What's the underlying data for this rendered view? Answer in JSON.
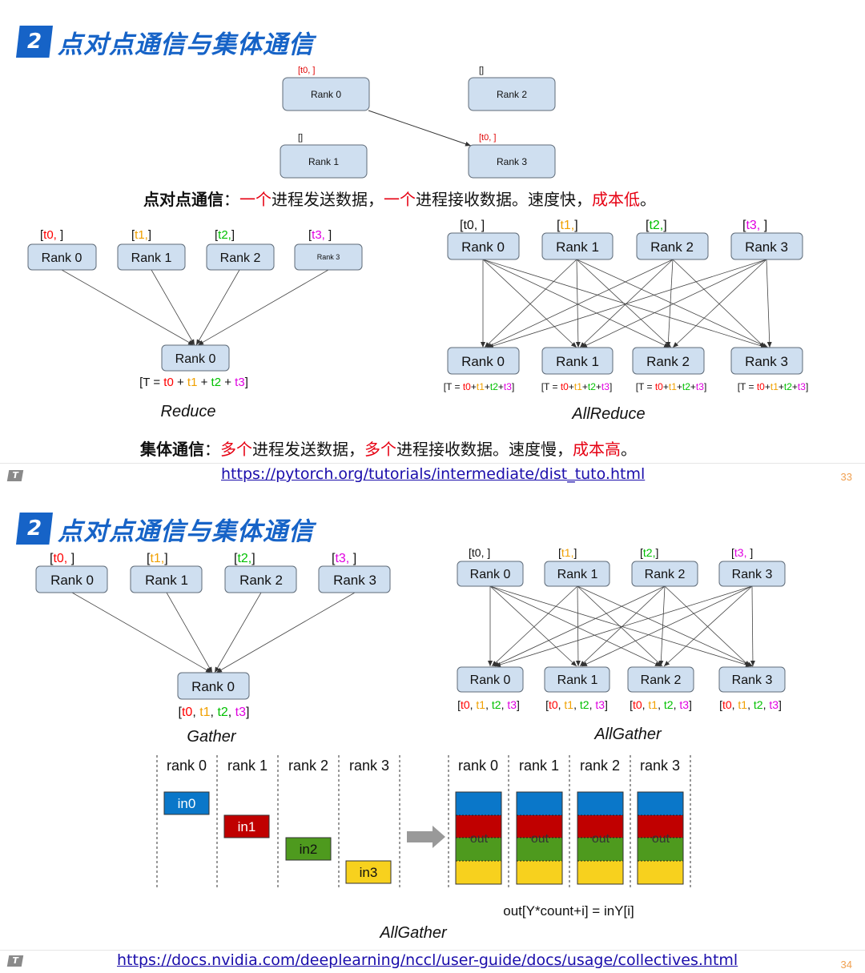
{
  "slide1": {
    "badge": "2",
    "title": "点对点通信与集体通信",
    "p2p": {
      "nodes": [
        {
          "label": "Rank 0",
          "tag": "[t0, ]"
        },
        {
          "label": "Rank 2",
          "tag": "[]"
        },
        {
          "label": "Rank 1",
          "tag": "[]"
        },
        {
          "label": "Rank 3",
          "tag": "[t0, ]"
        }
      ]
    },
    "caption_p2p": {
      "bold": "点对点通信",
      "sep": "：",
      "parts": [
        "一个",
        "进程发送数据，",
        "一个",
        "进程接收数据。速度快，",
        "成本低",
        "。"
      ]
    },
    "reduce": {
      "top": [
        {
          "label": "Rank 0",
          "tag": "t0, "
        },
        {
          "label": "Rank 1",
          "tag": "t1,"
        },
        {
          "label": "Rank 2",
          "tag": "t2,"
        },
        {
          "label": "Rank 3",
          "tag": "t3, "
        }
      ],
      "bottom": {
        "label": "Rank 0"
      },
      "result": [
        "[T = ",
        "t0",
        " + ",
        "t1",
        " + ",
        "t2",
        " + ",
        "t3",
        "]"
      ],
      "name": "Reduce"
    },
    "allreduce": {
      "top": [
        {
          "label": "Rank 0",
          "tag": "t0, "
        },
        {
          "label": "Rank 1",
          "tag": "t1,"
        },
        {
          "label": "Rank 2",
          "tag": "t2,"
        },
        {
          "label": "Rank 3",
          "tag": "t3, "
        }
      ],
      "bottom": [
        "Rank 0",
        "Rank 1",
        "Rank 2",
        "Rank 3"
      ],
      "result": [
        "[T = ",
        "t0",
        "+",
        "t1",
        "+",
        "t2",
        "+",
        "t3",
        "]"
      ],
      "name": "AllReduce"
    },
    "caption_col": {
      "bold": "集体通信",
      "sep": "：",
      "parts": [
        "多个",
        "进程发送数据，",
        "多个",
        "进程接收数据。速度慢，",
        "成本高",
        "。"
      ]
    },
    "link": "https://pytorch.org/tutorials/intermediate/dist_tuto.html",
    "page": "33",
    "logo": "T"
  },
  "slide2": {
    "badge": "2",
    "title": "点对点通信与集体通信",
    "gather": {
      "top": [
        {
          "label": "Rank 0",
          "tag": "t0, "
        },
        {
          "label": "Rank 1",
          "tag": "t1,"
        },
        {
          "label": "Rank 2",
          "tag": "t2,"
        },
        {
          "label": "Rank 3",
          "tag": "t3, "
        }
      ],
      "bottom": {
        "label": "Rank 0"
      },
      "result": [
        "[",
        "t0",
        ", ",
        "t1",
        ", ",
        "t2",
        ", ",
        "t3",
        "]"
      ],
      "name": "Gather"
    },
    "allgather": {
      "top": [
        {
          "label": "Rank 0",
          "tag": "t0, "
        },
        {
          "label": "Rank 1",
          "tag": "t1,"
        },
        {
          "label": "Rank 2",
          "tag": "t2,"
        },
        {
          "label": "Rank 3",
          "tag": "t3, "
        }
      ],
      "bottom": [
        "Rank 0",
        "Rank 1",
        "Rank 2",
        "Rank 3"
      ],
      "result": [
        "[",
        "t0",
        ", ",
        "t1",
        ", ",
        "t2",
        ", ",
        "t3",
        "]"
      ],
      "name": "AllGather"
    },
    "nccl": {
      "in_headers": [
        "rank 0",
        "rank 1",
        "rank 2",
        "rank 3"
      ],
      "inputs": [
        "in0",
        "in1",
        "in2",
        "in3"
      ],
      "out_headers": [
        "rank 0",
        "rank 1",
        "rank 2",
        "rank 3"
      ],
      "out_label": "out",
      "formula": "out[Y*count+i] = inY[i]",
      "name": "AllGather"
    },
    "link": "https://docs.nvidia.com/deeplearning/nccl/user-guide/docs/usage/collectives.html",
    "page": "34",
    "logo": "T"
  },
  "colors": {
    "title_blue": "#1663c7",
    "node_fill": "#cfdff0",
    "node_stroke": "#5f6b78",
    "t0": "#ff0000",
    "t1": "#f0a000",
    "t2": "#00c000",
    "t3": "#e000e0",
    "in0": "#0a77c9",
    "in1": "#c00000",
    "in2": "#4e9a1e",
    "in3": "#f7d11e"
  }
}
